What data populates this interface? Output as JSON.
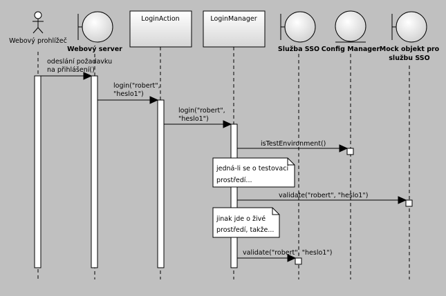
{
  "participants": {
    "browser": "Webový prohlížeč",
    "webserver": "Webový server",
    "loginaction": "LoginAction",
    "loginmanager": "LoginManager",
    "sso": "Služba SSO",
    "configmanager": "Config Manager",
    "mock_line1": "Mock objekt pro",
    "mock_line2": "službu SSO"
  },
  "messages": {
    "m1_line1": "odeslání požadavku",
    "m1_line2": "na přihlášení()",
    "m2_line1": "login(\"robert\",",
    "m2_line2": "\"heslo1\")",
    "m3_line1": "login(\"robert\",",
    "m3_line2": "\"heslo1\")",
    "m4": "isTestEnvironment()",
    "m5": "validate(\"robert\", \"heslo1\")",
    "m6": "validate(\"robert\", \"heslo1\")"
  },
  "notes": {
    "n1_line1": "jedná-li se o testovací",
    "n1_line2": "prostředí...",
    "n2_line1": "jinak jde o živé",
    "n2_line2": "prostředí, takže..."
  },
  "colors": {
    "background": "#c0c0c0",
    "fill": "#ffffff",
    "stroke": "#000000",
    "box_gradient_top": "#ffffff",
    "box_gradient_bottom": "#d8d8d8"
  }
}
